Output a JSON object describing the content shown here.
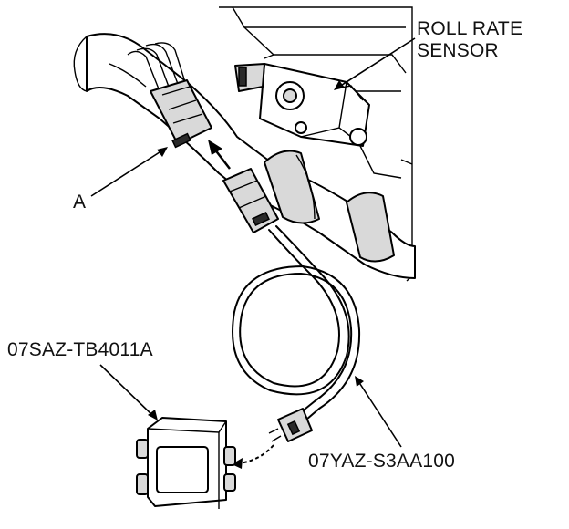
{
  "labels": {
    "roll_rate_line1": "ROLL RATE",
    "roll_rate_line2": "SENSOR",
    "connector_a": "A",
    "tester_box": "07SAZ-TB4011A",
    "harness": "07YAZ-S3AA100"
  },
  "colors": {
    "ink": "#000000",
    "shade": "#d9d9d9",
    "background": "#ffffff"
  }
}
